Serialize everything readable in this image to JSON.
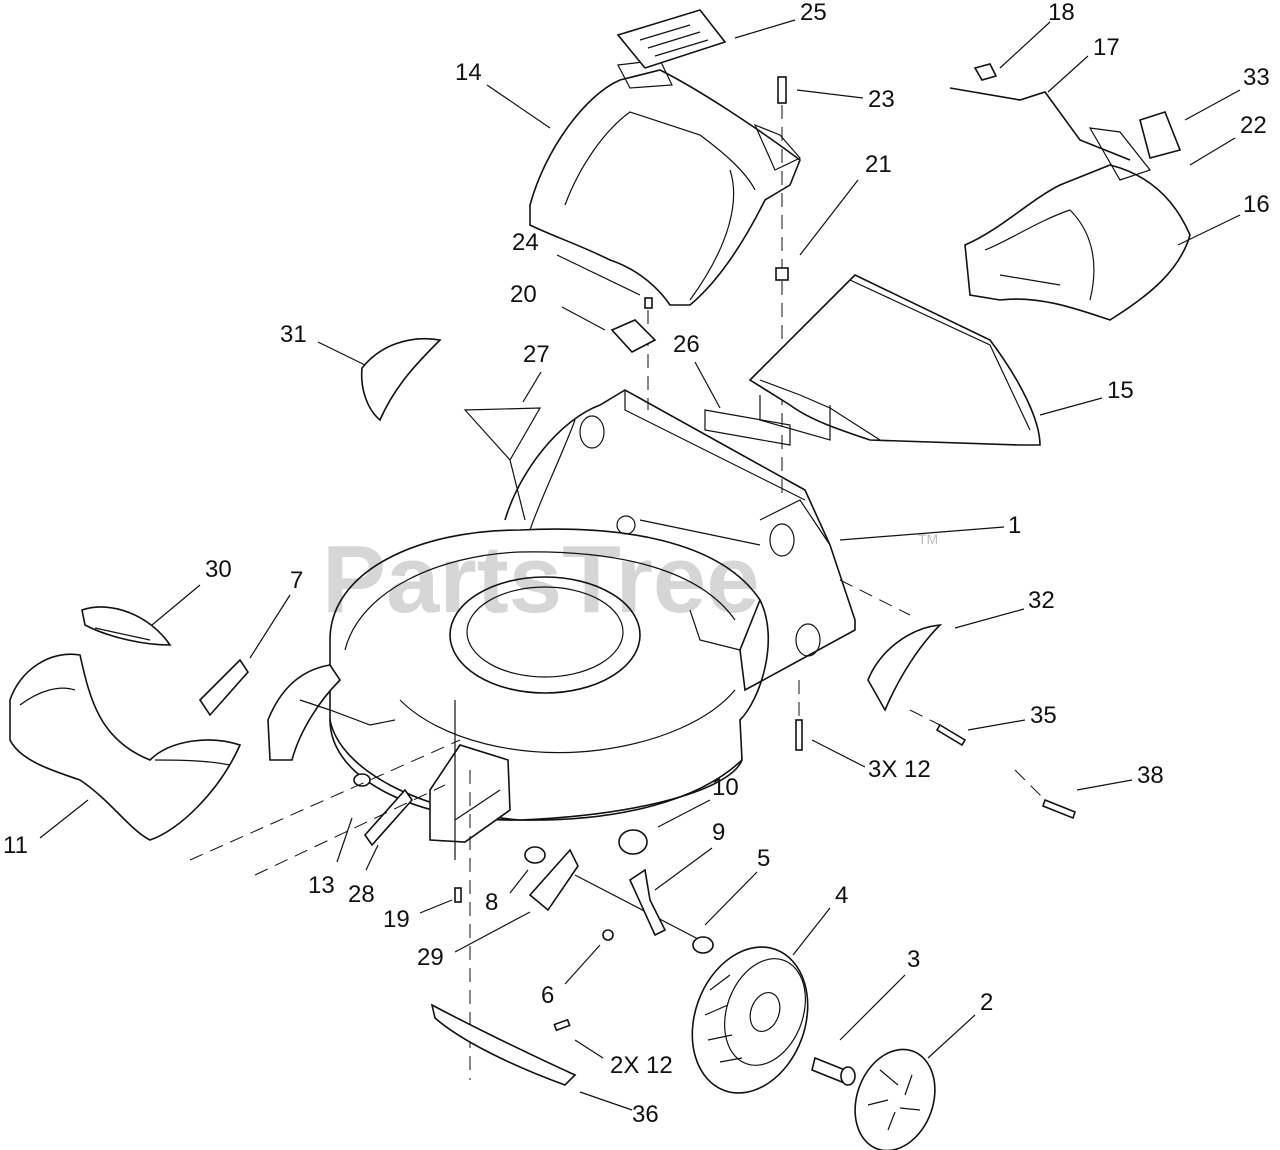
{
  "watermark": {
    "text": "PartsTree",
    "mark": "TM"
  },
  "callouts": [
    {
      "id": "c25",
      "text": "25"
    },
    {
      "id": "c14",
      "text": "14"
    },
    {
      "id": "c23",
      "text": "23"
    },
    {
      "id": "c18",
      "text": "18"
    },
    {
      "id": "c17",
      "text": "17"
    },
    {
      "id": "c33",
      "text": "33"
    },
    {
      "id": "c22",
      "text": "22"
    },
    {
      "id": "c16",
      "text": "16"
    },
    {
      "id": "c21",
      "text": "21"
    },
    {
      "id": "c24",
      "text": "24"
    },
    {
      "id": "c20",
      "text": "20"
    },
    {
      "id": "c31",
      "text": "31"
    },
    {
      "id": "c27",
      "text": "27"
    },
    {
      "id": "c26",
      "text": "26"
    },
    {
      "id": "c15",
      "text": "15"
    },
    {
      "id": "c1",
      "text": "1"
    },
    {
      "id": "c30",
      "text": "30"
    },
    {
      "id": "c7",
      "text": "7"
    },
    {
      "id": "c32",
      "text": "32"
    },
    {
      "id": "c35",
      "text": "35"
    },
    {
      "id": "c3x12",
      "text": "3X 12"
    },
    {
      "id": "c38",
      "text": "38"
    },
    {
      "id": "c10",
      "text": "10"
    },
    {
      "id": "c11",
      "text": "11"
    },
    {
      "id": "c13",
      "text": "13"
    },
    {
      "id": "c28",
      "text": "28"
    },
    {
      "id": "c9",
      "text": "9"
    },
    {
      "id": "c5",
      "text": "5"
    },
    {
      "id": "c4",
      "text": "4"
    },
    {
      "id": "c19",
      "text": "19"
    },
    {
      "id": "c8",
      "text": "8"
    },
    {
      "id": "c29",
      "text": "29"
    },
    {
      "id": "c3",
      "text": "3"
    },
    {
      "id": "c6",
      "text": "6"
    },
    {
      "id": "c2",
      "text": "2"
    },
    {
      "id": "c2x12",
      "text": "2X 12"
    },
    {
      "id": "c36",
      "text": "36"
    }
  ]
}
